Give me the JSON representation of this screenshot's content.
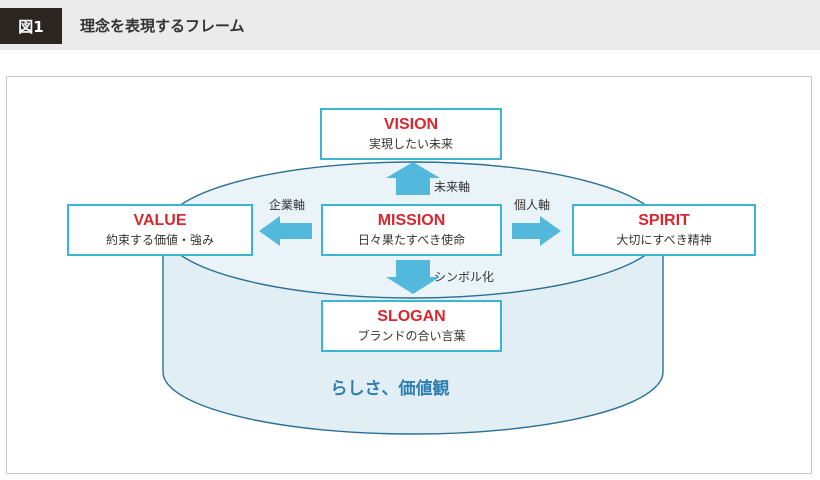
{
  "figure": {
    "label": "図1",
    "title": "理念を表現するフレーム"
  },
  "diagram": {
    "vision": {
      "title": "VISION",
      "subtitle": "実現したい未来"
    },
    "value": {
      "title": "VALUE",
      "subtitle": "約束する価値・強み"
    },
    "mission": {
      "title": "MISSION",
      "subtitle": "日々果たすべき使命"
    },
    "spirit": {
      "title": "SPIRIT",
      "subtitle": "大切にすべき精神"
    },
    "slogan": {
      "title": "SLOGAN",
      "subtitle": "ブランドの合い言葉"
    },
    "axes": {
      "up": "未来軸",
      "left": "企業軸",
      "right": "個人軸",
      "down": "シンボル化"
    },
    "base_label": "らしさ、価値観"
  },
  "colors": {
    "accent_border": "#3ab6d3",
    "title_red": "#d8282f",
    "arrow": "#52b9dd",
    "cylinder_fill": "#e1eef4",
    "cylinder_stroke": "#2a6f96",
    "base_text": "#2d7fb1"
  }
}
